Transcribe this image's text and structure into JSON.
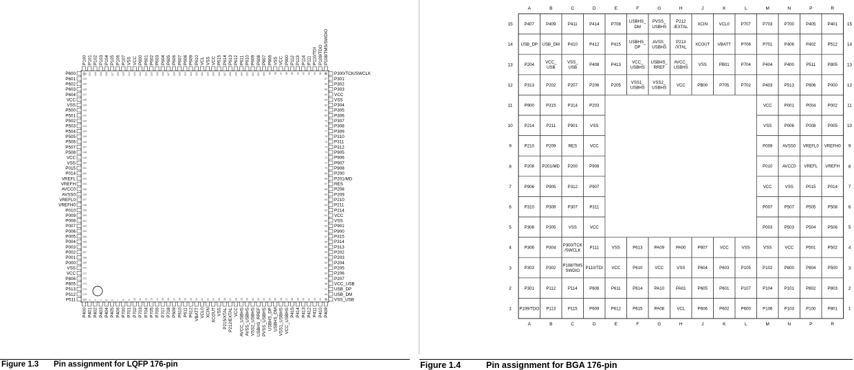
{
  "figures": [
    {
      "number": "Figure 1.3",
      "title": "Pin assignment for LQFP 176-pin"
    },
    {
      "number": "Figure 1.4",
      "title": "Pin assignment for BGA 176-pin"
    }
  ],
  "lqfp": {
    "left": [
      "P600",
      "P601",
      "P602",
      "P603",
      "P604",
      "VCC",
      "VSS",
      "P500",
      "P501",
      "P502",
      "P503",
      "P504",
      "P505",
      "P506",
      "P507",
      "P508",
      "VCC",
      "VSS",
      "P015",
      "P014",
      "VREFL",
      "VREFH",
      "AVCC0",
      "AVSS0",
      "VREFL0",
      "VREFH0",
      "P010",
      "P009",
      "P008",
      "P007",
      "P006",
      "P005",
      "P004",
      "P003",
      "P002",
      "P001",
      "P000",
      "VSS",
      "VCC",
      "P806",
      "P805",
      "P513",
      "P512",
      "P511"
    ],
    "bottom": [
      "P400",
      "P401",
      "P402",
      "P403",
      "P404",
      "P405",
      "P406",
      "P700",
      "P701",
      "P702",
      "P703",
      "P704",
      "P705",
      "P706",
      "P707",
      "P708",
      "P609",
      "P610",
      "P611",
      "P612",
      "VBATT",
      "VCL0",
      "XCIN",
      "XCOUT",
      "VSS",
      "P215/XTAL",
      "P212/EXTAL",
      "VCC",
      "AVCC_USBHS",
      "AVSS_USBHS",
      "VSS2_USBHS",
      "USBHS_RREF",
      "PVSS_USBHS",
      "USBHS_DP",
      "USBHS_DM",
      "VSS1_USBHS",
      "VCC_USBHS",
      "P415",
      "P414",
      "P413",
      "P412",
      "P411",
      "P410",
      "P409"
    ],
    "right": [
      "P300/TCK/SWCLK",
      "P301",
      "P302",
      "P303",
      "VCC",
      "VSS",
      "P304",
      "P305",
      "P306",
      "P307",
      "P308",
      "P309",
      "P310",
      "P311",
      "P312",
      "P905",
      "P906",
      "P907",
      "P908",
      "P200",
      "P201/MD",
      "RES",
      "P208",
      "P209",
      "P210",
      "P211",
      "P214",
      "VCC",
      "VSS",
      "P901",
      "P900",
      "P315",
      "P314",
      "P313",
      "P202",
      "P203",
      "P204",
      "P205",
      "P206",
      "P207",
      "VCC_USB",
      "USB_DP",
      "USB_DM",
      "VSS_USB"
    ],
    "top": [
      "P100",
      "P101",
      "P102",
      "P103",
      "P104",
      "P105",
      "P106",
      "P107",
      "VSS",
      "VCC",
      "P600",
      "P601",
      "P602",
      "P603",
      "P604",
      "P605",
      "P606",
      "P607",
      "P608",
      "P609",
      "P610",
      "VCL",
      "VSS",
      "VCC",
      "P615",
      "P614",
      "P613",
      "P612",
      "P611",
      "P610",
      "P609",
      "P608",
      "P907",
      "P906",
      "VSS",
      "VCC",
      "P900",
      "P112",
      "P113",
      "P114",
      "P111",
      "P110/TDI",
      "P109/TDO",
      "P108/TMS/SWDIO"
    ]
  },
  "bga": {
    "cols": [
      "A",
      "B",
      "C",
      "D",
      "E",
      "F",
      "G",
      "H",
      "J",
      "K",
      "L",
      "M",
      "N",
      "P",
      "R"
    ],
    "rows": [
      15,
      14,
      13,
      12,
      11,
      10,
      9,
      8,
      7,
      6,
      5,
      4,
      3,
      2,
      1
    ],
    "grid": [
      [
        "P407",
        "P409",
        "P411",
        "P414",
        "P708",
        "USBHS_\nDM",
        "PVSS_\nUSBHS",
        "P212\n/EXTAL",
        "XCIN",
        "VCL0",
        "P707",
        "P703",
        "P700",
        "P405",
        "P401"
      ],
      [
        "USB_DP",
        "USB_DM",
        "P410",
        "P412",
        "P415",
        "USBHS_\nDP",
        "AVSS_\nUSBHS",
        "P213\n/XTAL",
        "XCOUT",
        "VBATT",
        "P706",
        "P701",
        "P406",
        "P402",
        "P512"
      ],
      [
        "P204",
        "VCC_\nUSB",
        "VSS_\nUSB",
        "P408",
        "P413",
        "VCC_\nUSBHS",
        "USBHS_\nRREF",
        "AVCC_\nUSBHS",
        "VSS",
        "PB01",
        "P704",
        "P404",
        "P400",
        "P511",
        "P805"
      ],
      [
        "P313",
        "P202",
        "P207",
        "P206",
        "P205",
        "VSS1_\nUSBHS",
        "VSS2_\nUSBHS",
        "VCC",
        "PB00",
        "P705",
        "P702",
        "P403",
        "P513",
        "P806",
        "P000"
      ],
      [
        "P900",
        "P315",
        "P314",
        "P203",
        "",
        "",
        "",
        "",
        "",
        "",
        "",
        "VCC",
        "P001",
        "P004",
        "P002"
      ],
      [
        "P214",
        "P211",
        "P901",
        "VSS",
        "",
        "",
        "",
        "",
        "",
        "",
        "",
        "VSS",
        "P006",
        "P008",
        "P005"
      ],
      [
        "P210",
        "P209",
        "RES",
        "VCC",
        "",
        "",
        "",
        "",
        "",
        "",
        "",
        "P009",
        "AVSS0",
        "VREFL0",
        "VREFH0"
      ],
      [
        "P208",
        "P201/MD",
        "P200",
        "P908",
        "",
        "",
        "",
        "",
        "",
        "",
        "",
        "P010",
        "AVCC0",
        "VREFL",
        "VREFH"
      ],
      [
        "P906",
        "P905",
        "P312",
        "P907",
        "",
        "",
        "",
        "",
        "",
        "",
        "",
        "VCC",
        "VSS",
        "P015",
        "P014"
      ],
      [
        "P310",
        "P309",
        "P307",
        "P311",
        "",
        "",
        "",
        "",
        "",
        "",
        "",
        "P007",
        "P507",
        "P505",
        "P508"
      ],
      [
        "P308",
        "P305",
        "VSS",
        "VCC",
        "",
        "",
        "",
        "",
        "",
        "",
        "",
        "P003",
        "P503",
        "P504",
        "P506"
      ],
      [
        "P306",
        "P304",
        "P300/TCK\n/SWCLK",
        "P111",
        "VSS",
        "P613",
        "PA09",
        "PA00",
        "P607",
        "VCC",
        "VSS",
        "VSS",
        "VCC",
        "P501",
        "P502"
      ],
      [
        "P303",
        "P302",
        "P108/TMS\nSWDIO",
        "P110/TDI",
        "VCC",
        "P610",
        "VCC",
        "VSS",
        "P604",
        "P603",
        "P105",
        "P102",
        "P800",
        "P804",
        "P500"
      ],
      [
        "P301",
        "P112",
        "P114",
        "P608",
        "P611",
        "P614",
        "PA10",
        "PA01",
        "P605",
        "P601",
        "P107",
        "P104",
        "P101",
        "P802",
        "P803"
      ],
      [
        "P109/TDO",
        "P113",
        "P115",
        "P609",
        "P612",
        "P615",
        "PA08",
        "VCL",
        "P606",
        "P602",
        "P600",
        "P106",
        "P103",
        "P100",
        "P801"
      ]
    ]
  }
}
